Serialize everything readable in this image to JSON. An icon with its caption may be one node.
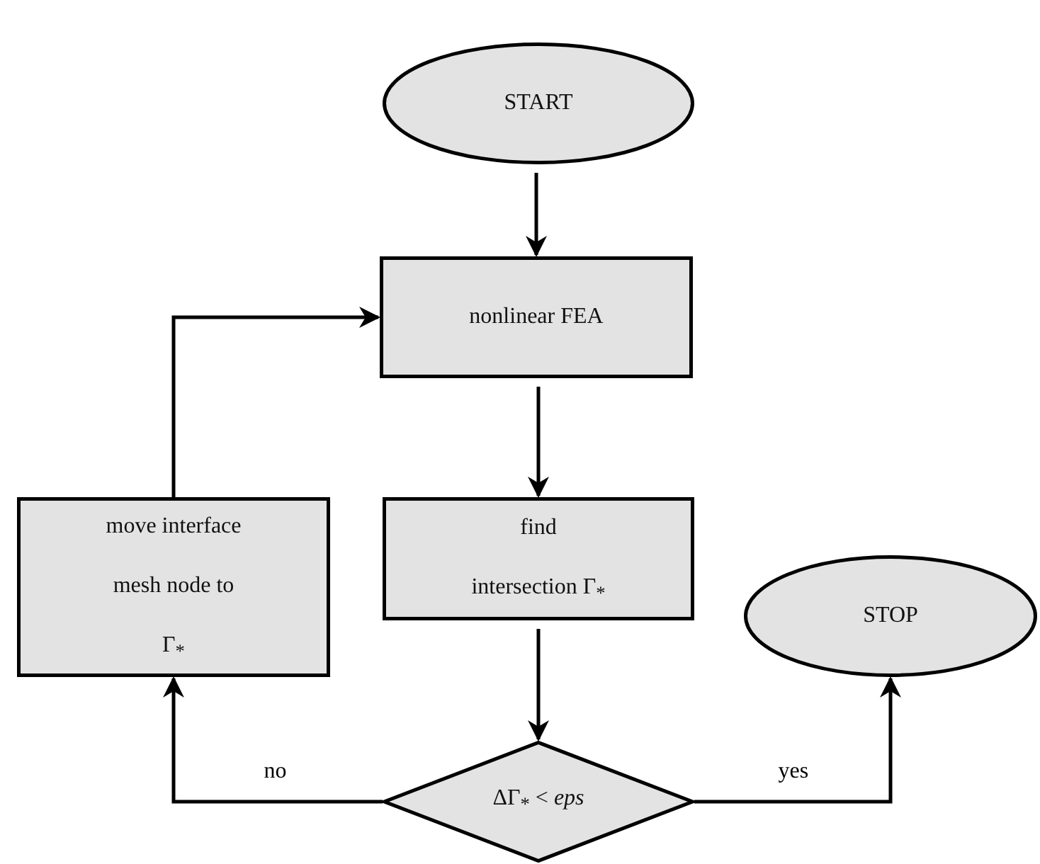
{
  "diagram": {
    "nodes": [
      {
        "text": [
          "START"
        ]
      },
      {
        "text": [
          "nonlinear FEA"
        ]
      },
      {
        "text": [
          "move interface mesh node to Γ$_{*}$"
        ]
      },
      {
        "text": [
          "find intersection Γ$_{*}$"
        ]
      },
      {
        "text": [
          "STOP"
        ]
      },
      {
        "text": [
          "ΔΓ$_{*}$ < *eps*"
        ]
      }
    ],
    "edges": [
      {
        "from": 0,
        "to": 1,
        "arrow": "to"
      },
      {
        "from": 1,
        "to": 3,
        "arrow": "to"
      },
      {
        "from": 3,
        "to": 5,
        "arrow": "to"
      },
      {
        "from": 5,
        "to": 2,
        "arrow": "to",
        "label": "no"
      },
      {
        "from": 5,
        "to": 4,
        "arrow": "to",
        "label": "yes"
      },
      {
        "from": 2,
        "to": 1,
        "arrow": "to"
      }
    ]
  }
}
